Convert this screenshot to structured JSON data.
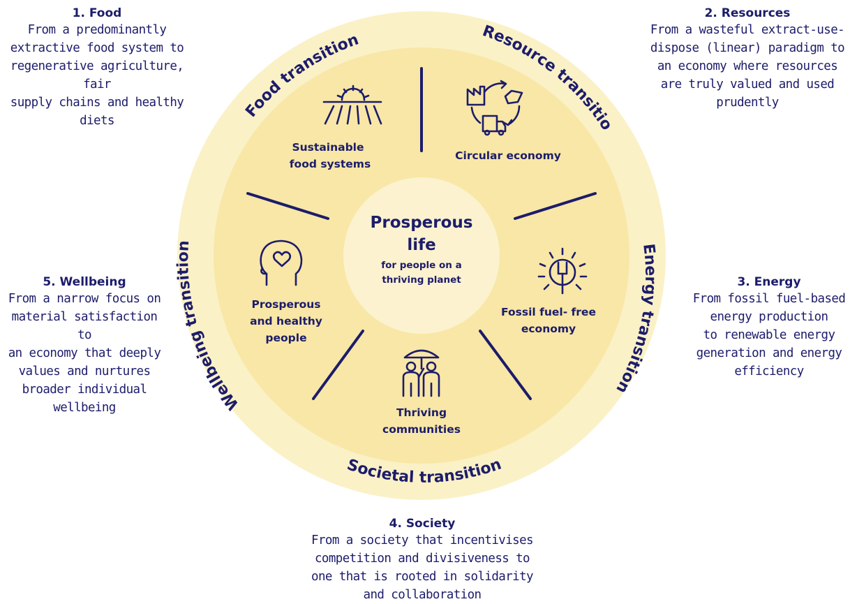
{
  "center": {
    "title_line1": "Prosperous",
    "title_line2": "life",
    "sub_line1": "for people on a",
    "sub_line2": "thriving planet"
  },
  "ring": {
    "food": "Food transition",
    "resource": "Resource transition",
    "energy": "Energy transition",
    "societal": "Societal transition",
    "wellbeing": "Wellbeing transition"
  },
  "sectors": {
    "food": {
      "line1": "Sustainable",
      "line2": "food systems",
      "icon": "sunrise-field-icon"
    },
    "resource": {
      "line1": "Circular economy",
      "icon": "recycle-loop-icon"
    },
    "energy": {
      "line1": "Fossil fuel- free",
      "line2": "economy",
      "icon": "plug-bulb-icon"
    },
    "society": {
      "line1": "Thriving",
      "line2": "communities",
      "icon": "people-umbrella-icon"
    },
    "wellbeing": {
      "line1": "Prosperous",
      "line2": "and healthy",
      "line3": "people",
      "icon": "head-heart-icon"
    }
  },
  "descriptions": {
    "food": {
      "heading": "1. Food",
      "lines": [
        "From a predominantly",
        "extractive food system to",
        "regenerative agriculture, fair",
        "supply chains and healthy",
        "diets"
      ]
    },
    "resources": {
      "heading": "2. Resources",
      "lines": [
        "From a wasteful extract-use-",
        "dispose (linear) paradigm to",
        "an economy where resources",
        "are truly valued and used",
        "prudently"
      ]
    },
    "energy": {
      "heading": "3. Energy",
      "lines": [
        "From fossil fuel-based",
        "energy production",
        "to renewable energy",
        "generation and energy",
        "efficiency"
      ]
    },
    "society": {
      "heading": "4. Society",
      "lines": [
        "From a society that incentivises",
        "competition and divisiveness to",
        "one that is rooted in solidarity",
        "and collaboration"
      ]
    },
    "wellbeing": {
      "heading": "5. Wellbeing",
      "lines": [
        "From a narrow focus on",
        "material satisfaction to",
        "an economy that deeply",
        "values and nurtures",
        "broader individual",
        "wellbeing"
      ]
    }
  },
  "colors": {
    "navy": "#1c1c6b",
    "outer_ring": "#fbf1c7",
    "middle_disc": "#f8e7a6",
    "center_disc": "#fcf2cf"
  }
}
